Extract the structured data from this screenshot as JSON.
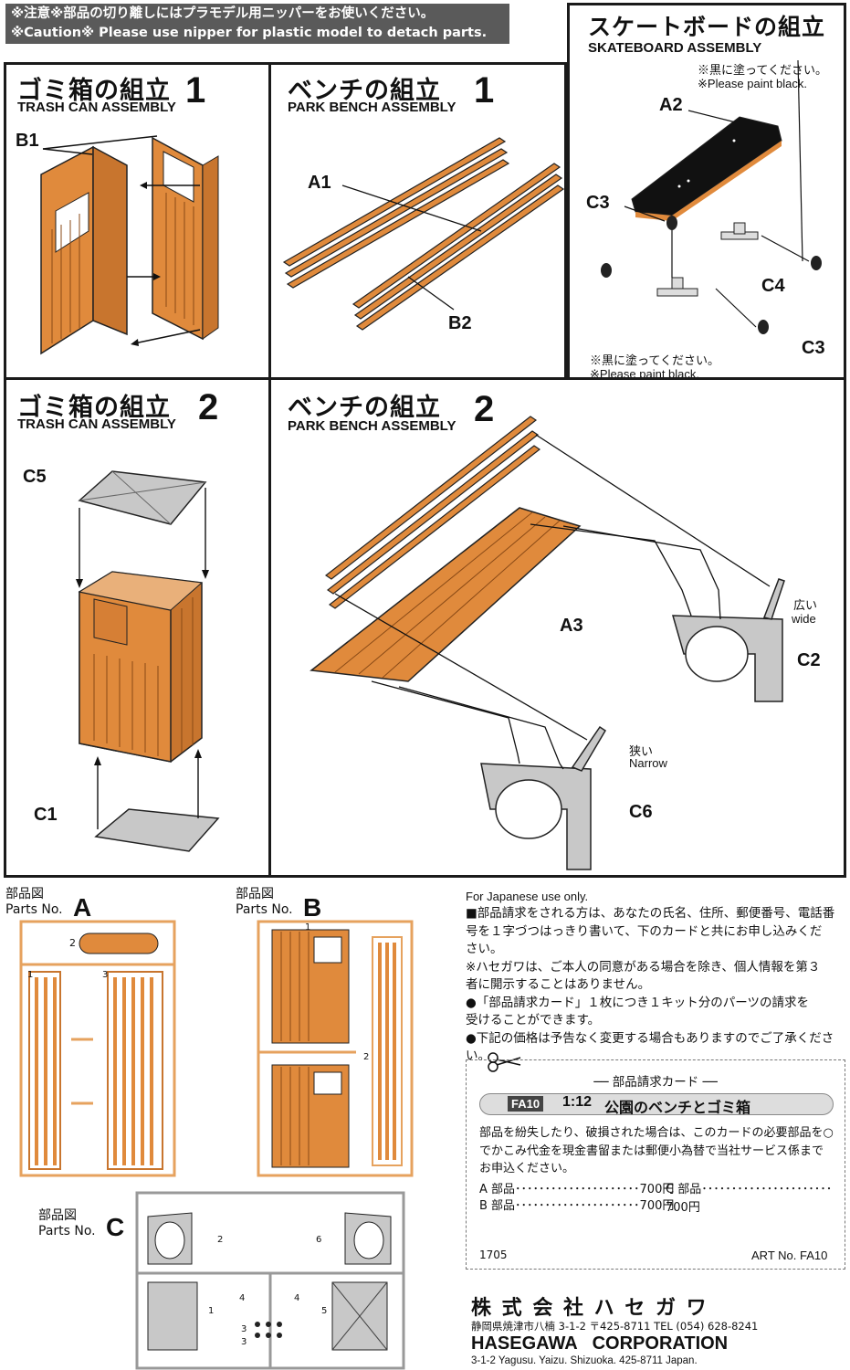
{
  "caution": {
    "jp": "※注意※部品の切り離しにはプラモデル用ニッパーをお使いください。",
    "en": "※Caution※  Please use nipper for plastic model to detach parts."
  },
  "panels": {
    "trash1": {
      "jp": "ゴミ箱の組立",
      "en": "TRASH CAN ASSEMBLY",
      "num": "1",
      "labels": [
        "B1"
      ]
    },
    "bench1": {
      "jp": "ベンチの組立",
      "en": "PARK BENCH ASSEMBLY",
      "num": "1",
      "labels": [
        "A1",
        "B2"
      ]
    },
    "skate": {
      "jp": "スケートボードの組立",
      "en": "SKATEBOARD ASSEMBLY",
      "labels": [
        "A2",
        "C3",
        "C4",
        "C3"
      ],
      "note_top_jp": "※黒に塗ってください。",
      "note_top_en": "※Please paint black.",
      "note_bot_jp": "※黒に塗ってください。",
      "note_bot_en": "※Please paint black."
    },
    "trash2": {
      "jp": "ゴミ箱の組立",
      "en": "TRASH CAN ASSEMBLY",
      "num": "2",
      "labels": [
        "C5",
        "C1"
      ]
    },
    "bench2": {
      "jp": "ベンチの組立",
      "en": "PARK BENCH ASSEMBLY",
      "num": "2",
      "labels": [
        "A3",
        "C2",
        "C6"
      ],
      "wide_jp": "広い",
      "wide_en": "wide",
      "narrow_jp": "狭い",
      "narrow_en": "Narrow"
    }
  },
  "parts": {
    "a": {
      "jp": "部品図",
      "en": "Parts No.",
      "letter": "A",
      "nums": [
        "1",
        "2",
        "3"
      ]
    },
    "b": {
      "jp": "部品図",
      "en": "Parts No.",
      "letter": "B",
      "nums": [
        "1",
        "2"
      ]
    },
    "c": {
      "jp": "部品図",
      "en": "Parts No.",
      "letter": "C",
      "nums": [
        "2",
        "6",
        "4",
        "4",
        "1",
        "3",
        "3",
        "5"
      ]
    }
  },
  "order_info": {
    "heading": "For Japanese use only.",
    "lines": [
      "■部品請求をされる方は、あなたの氏名、住所、郵便番号、電話番",
      "号を１字づつはっきり書いて、下のカードと共にお申し込みくだ",
      "さい。",
      "※ハセガワは、ご本人の同意がある場合を除き、個人情報を第３",
      "者に開示することはありません。",
      "●「部品請求カード」１枚につき１キット分のパーツの請求を",
      "受けることができます。",
      "●下記の価格は予告なく変更する場合もありますのでご了承くださ",
      "い。"
    ]
  },
  "card": {
    "title": "── 部品請求カード ──",
    "code": "FA10",
    "scale": "1:12",
    "product": "公園のベンチとゴミ箱",
    "desc": [
      "部品を紛失したり、破損された場合は、このカードの必要部品を○",
      "でかこみ代金を現金書留または郵便小為替で当社サービス係まで",
      "お申込ください。"
    ],
    "price_a": "A 部品･････････････････････700円",
    "price_c": "C 部品･･････････････････････700円",
    "price_b": "B 部品･････････････････････700円",
    "code_left": "1705",
    "code_right": "ART No. FA10"
  },
  "company": {
    "name_jp": "株 式 会 社  ハ セ ガ ワ",
    "addr_jp": "静岡県焼津市八楠 3-1-2  〒425-8711  TEL (054) 628-8241",
    "name_en": "HASEGAWA   CORPORATION",
    "addr_en": "3-1-2 Yagusu. Yaizu. Shizuoka. 425-8711 Japan."
  },
  "colors": {
    "wood": "#e08a3c",
    "wood_dark": "#8a4a16",
    "gray": "#c8c8c8",
    "sprue": "#e6a25e"
  }
}
